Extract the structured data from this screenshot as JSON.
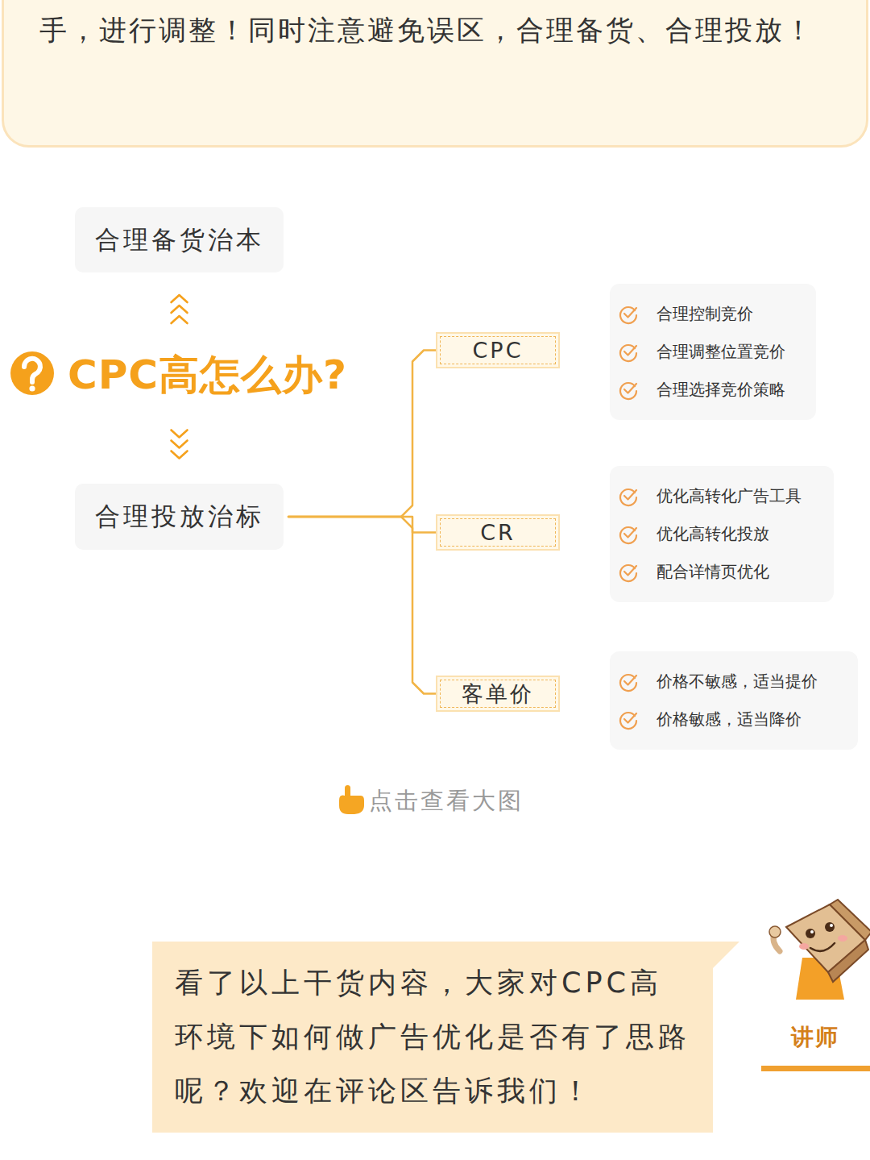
{
  "diagram": {
    "nodes": [
      {
        "text": [
          "手，进行调整！同时注意避免误区，合理备货、合理投放！"
        ]
      },
      {
        "text": [
          "合理备货治本"
        ]
      },
      {
        "text": [
          "CPC高怎么办?"
        ]
      },
      {
        "text": [
          "合理投放治标"
        ]
      },
      {
        "text": [
          "CPC"
        ]
      },
      {
        "text": [
          "CR"
        ]
      },
      {
        "text": [
          "客单价"
        ]
      },
      {
        "text": [
          "合理控制竞价",
          "合理调整位置竞价",
          "合理选择竞价策略"
        ]
      },
      {
        "text": [
          "优化高转化广告工具",
          "优化高转化投放",
          "配合详情页优化"
        ]
      },
      {
        "text": [
          "价格不敏感，适当提价",
          "价格敏感，适当降价"
        ]
      },
      {
        "text": [
          "看了以上干货内容，大家对CPC高环境下如何做广告优化是否有了思路呢？欢迎在评论区告诉我们！"
        ]
      }
    ],
    "edges": [
      {
        "from": 2,
        "to": 1,
        "arrow": "to"
      },
      {
        "from": 2,
        "to": 3,
        "arrow": "to"
      },
      {
        "from": 3,
        "to": 4,
        "arrow": "none"
      },
      {
        "from": 3,
        "to": 5,
        "arrow": "none"
      },
      {
        "from": 3,
        "to": 6,
        "arrow": "none"
      }
    ],
    "labels": [
      "点击查看大图",
      "讲师"
    ]
  }
}
